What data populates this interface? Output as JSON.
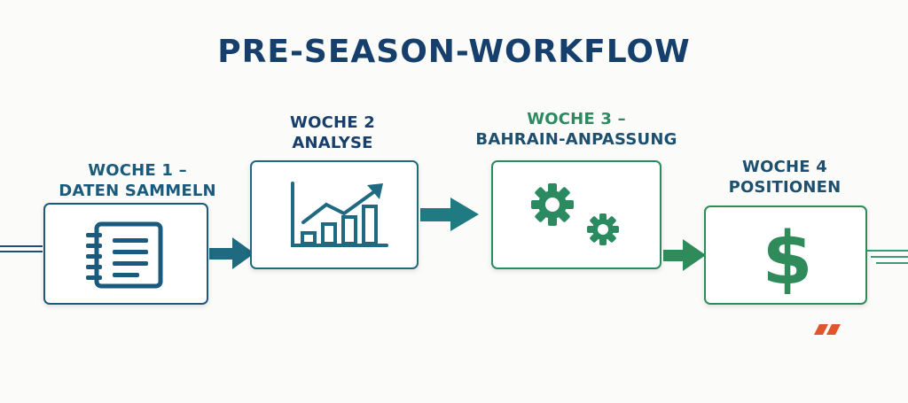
{
  "title": "PRE-SEASON-WORKFLOW",
  "steps": [
    {
      "label_line1": "WOCHE 1 –",
      "label_line2": "DATEN SAMMELN",
      "icon": "notebook-icon",
      "color": "#1a5a7d"
    },
    {
      "label_line1": "WOCHE 2",
      "label_line2": "ANALYSE",
      "icon": "bar-chart-icon",
      "color": "#1f6a80"
    },
    {
      "label_line1": "WOCHE 3 –",
      "label_line2": "BAHRAIN-ANPASSUNG",
      "icon": "gears-icon",
      "color": "#2c8a60"
    },
    {
      "label_line1": "WOCHE 4",
      "label_line2": "POSITIONEN",
      "icon": "dollar-icon",
      "color": "#2f8c5a"
    }
  ],
  "colors": {
    "title": "#173f6c",
    "dark_blue": "#173f6c",
    "teal": "#1f7a82",
    "green": "#2f8c5a",
    "accent_orange": "#e0562c"
  }
}
